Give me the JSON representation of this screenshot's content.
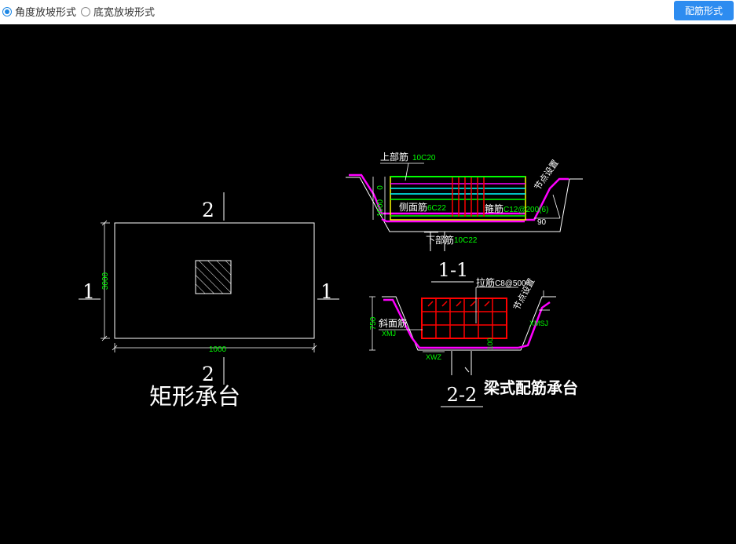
{
  "toolbar": {
    "options": [
      {
        "label": "角度放坡形式",
        "selected": true
      },
      {
        "label": "底宽放坡形式",
        "selected": false
      }
    ],
    "action_label": "配筋形式"
  },
  "drawing": {
    "rect": {
      "section_top": "2",
      "section_bottom": "2",
      "section_left": "1",
      "section_right": "1",
      "dim_height": "3000",
      "dim_width": "1000",
      "title": "矩形承台"
    },
    "sec11": {
      "top_bar_label": "上部筋",
      "top_bar_value": "10C20",
      "side_bar_label": "侧面筋",
      "side_bar_value": "6C22",
      "stirrup_label": "箍筋",
      "stirrup_value": "C12@200(6)",
      "bottom_bar_label": "下部筋",
      "bottom_bar_value": "10C22",
      "node_label": "节点设置",
      "angle": "90",
      "dim_a": "0",
      "dim_b": "1000",
      "title": "1-1"
    },
    "sec22": {
      "tie_label": "拉筋",
      "tie_value": "C8@500",
      "slope_label": "斜面筋",
      "slope_code": "XMJ",
      "xmsj": "XMSJ",
      "xwz": "XWZ",
      "node_label": "节点设置",
      "dim_h": "750",
      "dim_small": "100",
      "title": "2-2"
    },
    "main_title": "梁式配筋承台"
  }
}
